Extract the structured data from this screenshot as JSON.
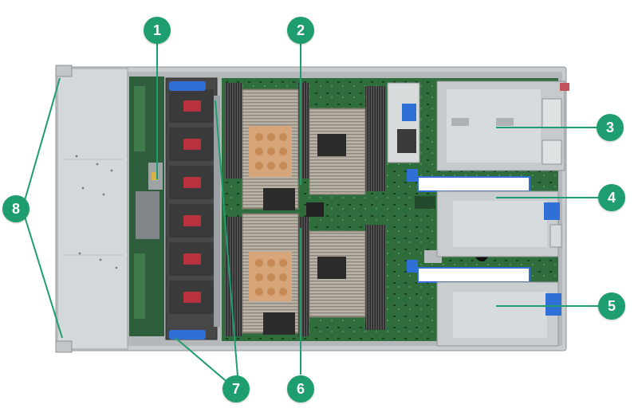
{
  "colors": {
    "callout": "#1e9e6e",
    "leader_line": "#1e9e6e",
    "pcb": "#2f6d3d",
    "chassis": "#c9ccce",
    "fan_handle": "#2f6fd6"
  },
  "callouts": [
    {
      "id": "1",
      "label": "1"
    },
    {
      "id": "2",
      "label": "2"
    },
    {
      "id": "3",
      "label": "3"
    },
    {
      "id": "4",
      "label": "4"
    },
    {
      "id": "5",
      "label": "5"
    },
    {
      "id": "6",
      "label": "6"
    },
    {
      "id": "7",
      "label": "7"
    },
    {
      "id": "8",
      "label": "8"
    }
  ]
}
